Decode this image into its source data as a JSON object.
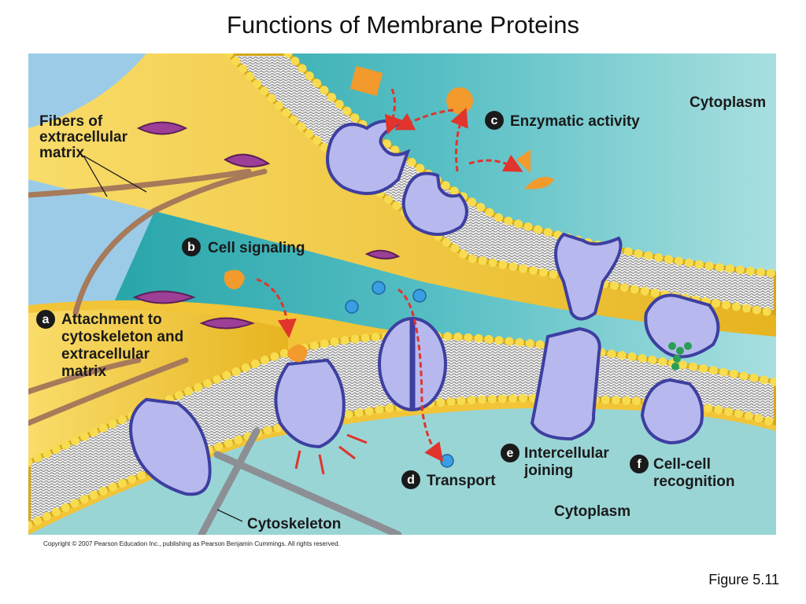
{
  "title": "Functions of Membrane Proteins",
  "figure_number": "Figure 5.11",
  "copyright": "Copyright © 2007 Pearson Education Inc., publishing as Pearson Benjamin Cummings. All rights reserved.",
  "regions": {
    "cytoplasm_top": "Cytoplasm",
    "cytoplasm_bottom": "Cytoplasm",
    "ecm_fibers": [
      "Fibers of",
      "extracellular",
      "matrix"
    ],
    "cytoskeleton": "Cytoskeleton"
  },
  "functions": [
    {
      "letter": "a",
      "lines": [
        "Attachment to",
        "cytoskeleton and",
        "extracellular",
        "matrix"
      ]
    },
    {
      "letter": "b",
      "lines": [
        "Cell signaling"
      ]
    },
    {
      "letter": "c",
      "lines": [
        "Enzymatic activity"
      ]
    },
    {
      "letter": "d",
      "lines": [
        "Transport"
      ]
    },
    {
      "letter": "e",
      "lines": [
        "Intercellular",
        "joining"
      ]
    },
    {
      "letter": "f",
      "lines": [
        "Cell-cell",
        "recognition"
      ]
    }
  ],
  "colors": {
    "extracellular": "#a9d3ec",
    "cytoplasm": "#7fcfd0",
    "membrane_gold": "#f3c43a",
    "protein": "#b7b9ee",
    "protein_edge": "#3d3fa0",
    "signal_arrow": "#e0342c",
    "ligand_orange": "#f29a2c",
    "transport_ion": "#3a9ee2",
    "fiber_brown": "#a77a5a",
    "glycolipid_purple": "#9d3f96"
  }
}
